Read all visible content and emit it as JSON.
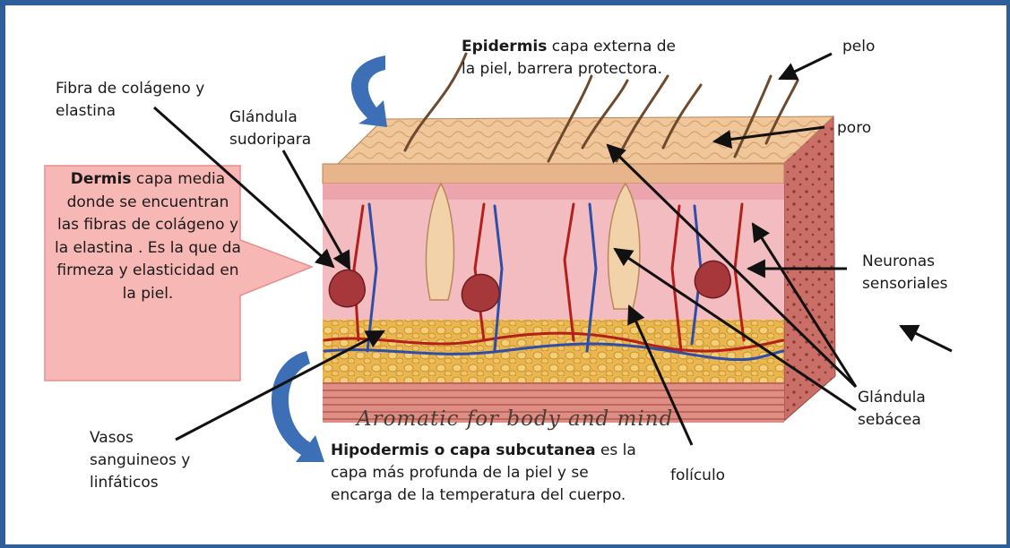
{
  "colors": {
    "frame": "#2f5f9a",
    "callout_fill": "#f7b7b4",
    "curved_arrow": "#3d6fb6",
    "epidermis": "#efc79b",
    "dermis": "#f1b3b8",
    "hypodermis": "#e6b04a",
    "muscle": "#d9877c"
  },
  "labels": {
    "epidermis_bold": "Epidermis",
    "epidermis_line1": " capa externa de",
    "epidermis_line2": "la piel, barrera protectora.",
    "pelo": "pelo",
    "fibra_line1": "Fibra de colágeno y",
    "fibra_line2": "elastina",
    "glandula_sudo_line1": "Glándula",
    "glandula_sudo_line2": "sudoripara",
    "poro": "poro",
    "dermis_bold": "Dermis",
    "dermis_rest": " capa media donde se encuentran las fibras de colágeno y la elastina . Es la que da firmeza y elasticidad en la piel.",
    "neuronas_line1": "Neuronas",
    "neuronas_line2": "sensoriales",
    "glandula_seb_line1": "Glándula",
    "glandula_seb_line2": "sebácea",
    "vasos_line1": "Vasos",
    "vasos_line2": "sanguineos y",
    "vasos_line3": "linfáticos",
    "hipodermis_bold": "Hipodermis",
    "hipodermis_line1_rest": "  o capa subcutanea",
    "hipodermis_line1_tail": " es la",
    "hipodermis_line2": "capa más profunda de la piel y se",
    "hipodermis_line3": "encarga de la temperatura del cuerpo.",
    "foliculo": "folículo",
    "watermark": "Aromatic for body and mind"
  }
}
